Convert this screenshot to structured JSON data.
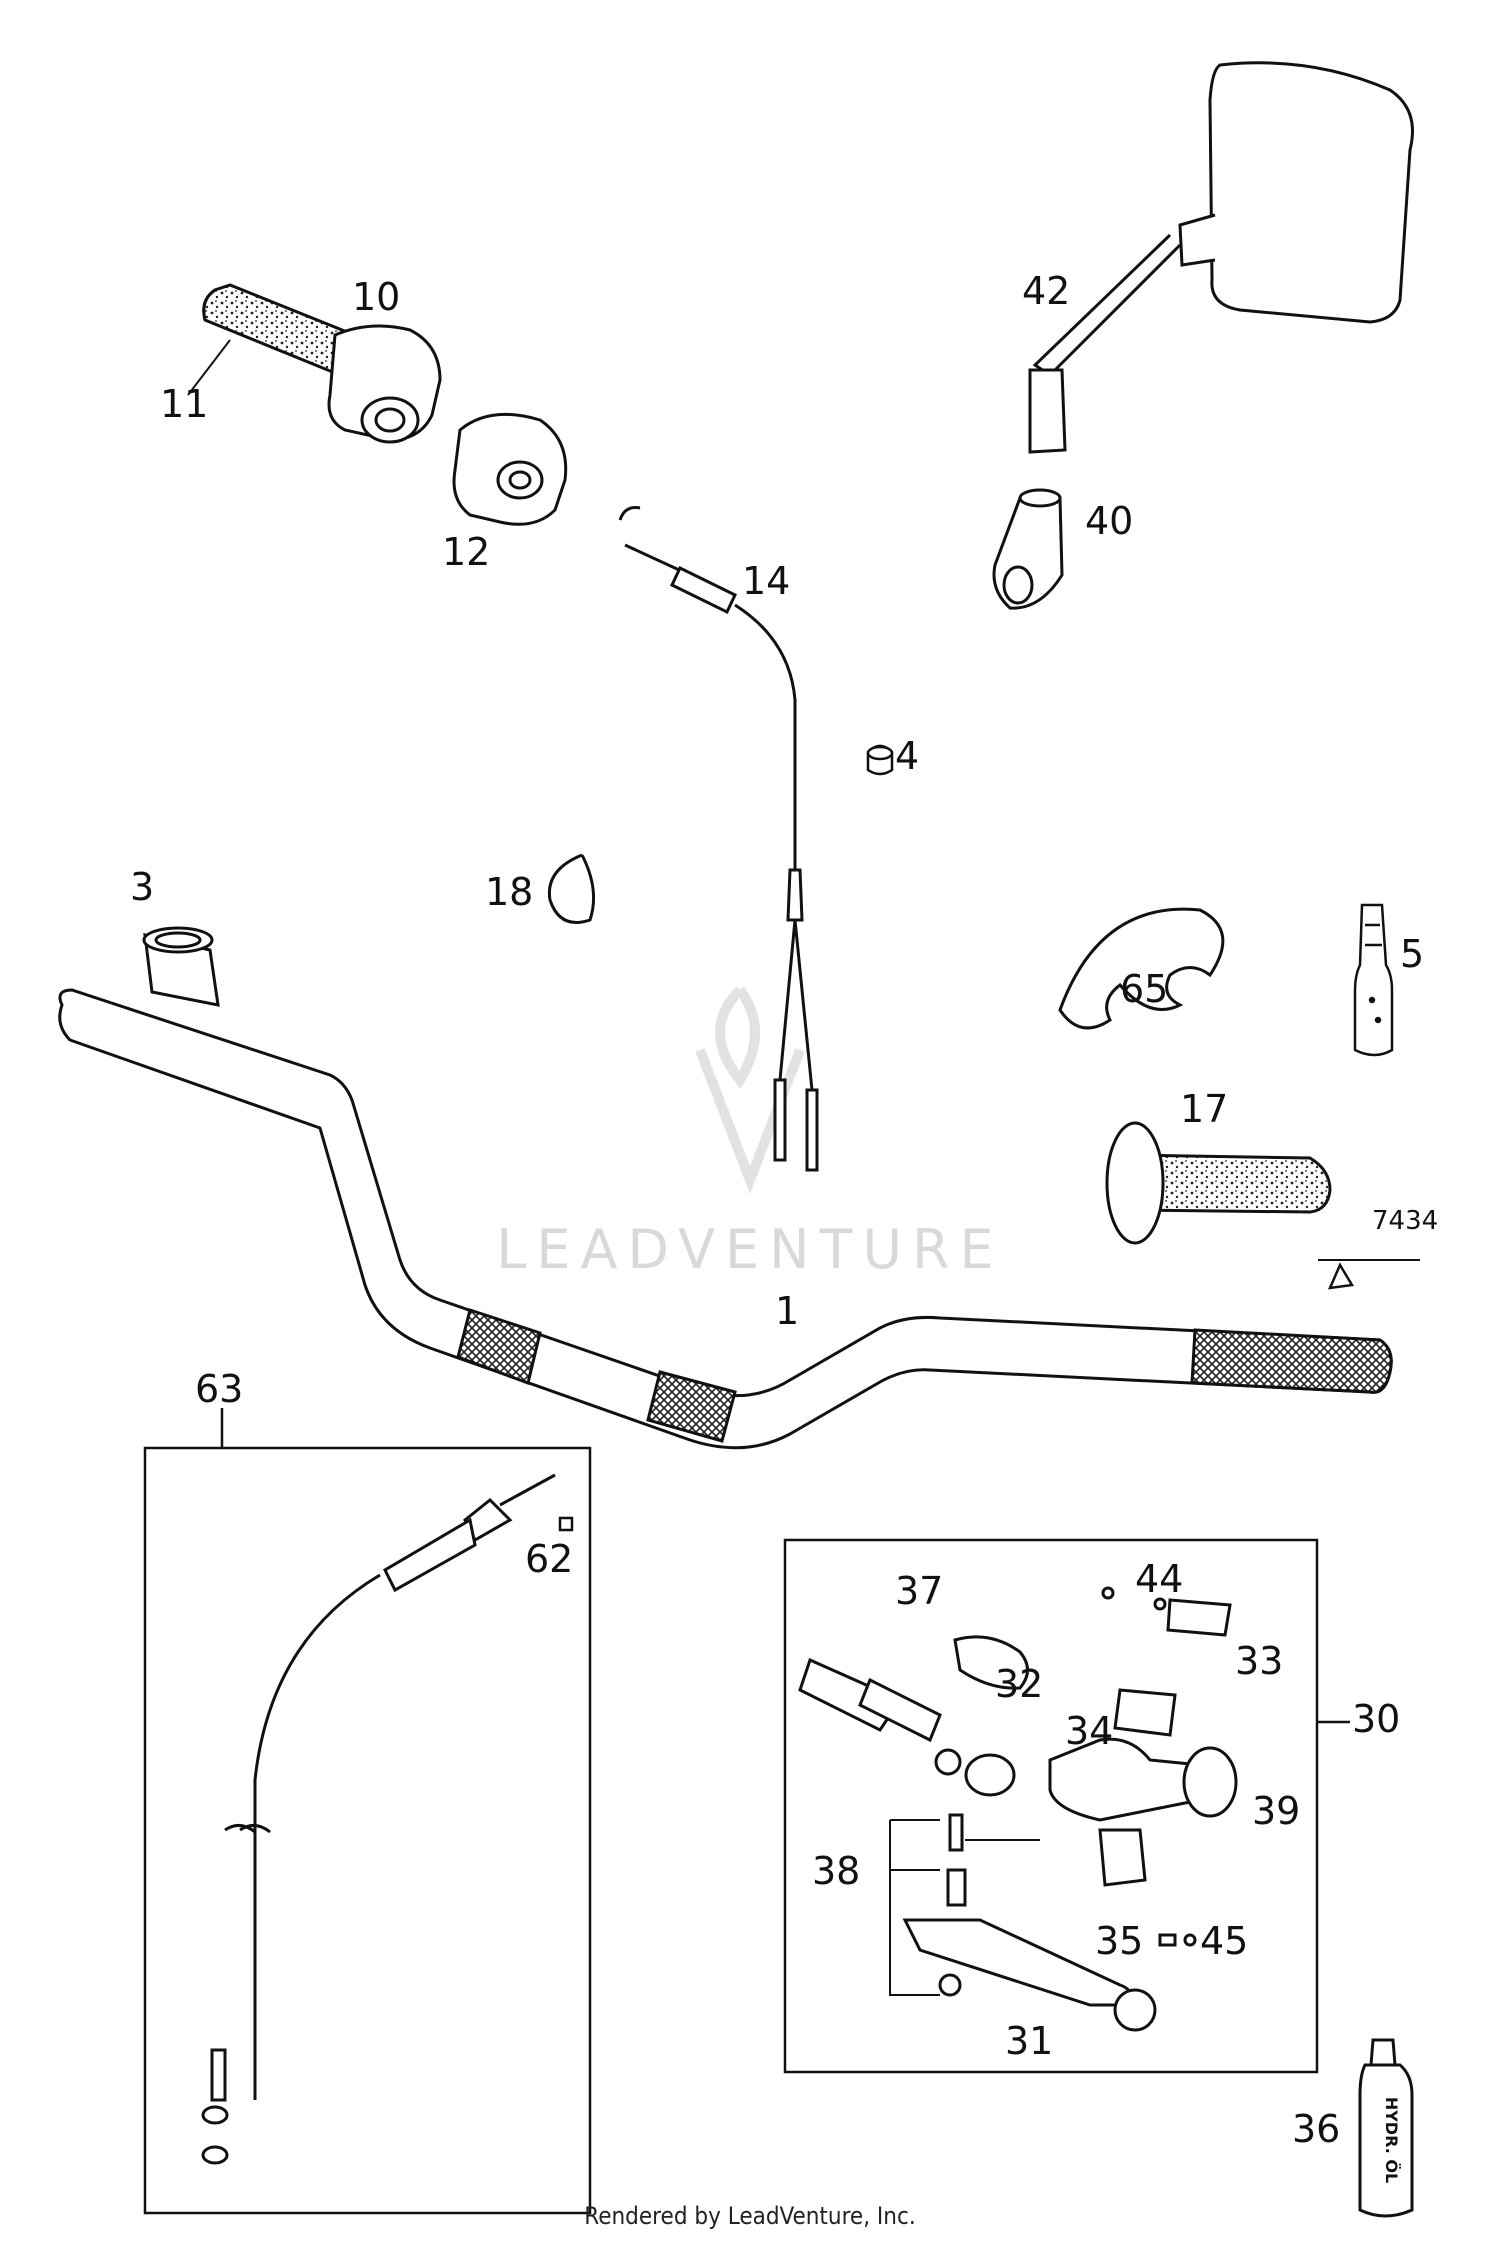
{
  "footer": "Rendered by LeadVenture, Inc.",
  "watermark": "LEADVENTURE",
  "callouts": {
    "c1": "1",
    "c3": "3",
    "c4": "4",
    "c5": "5",
    "c10": "10",
    "c11": "11",
    "c12": "12",
    "c14": "14",
    "c17": "17",
    "c18": "18",
    "c30": "30",
    "c31": "31",
    "c32": "32",
    "c33": "33",
    "c34": "34",
    "c35": "35",
    "c36": "36",
    "c37": "37",
    "c38": "38",
    "c39": "39",
    "c40": "40",
    "c42": "42",
    "c44": "44",
    "c45": "45",
    "c62": "62",
    "c63": "63",
    "c65": "65",
    "c7434": "7434"
  },
  "bottle_text": "HYDR. ÖL"
}
